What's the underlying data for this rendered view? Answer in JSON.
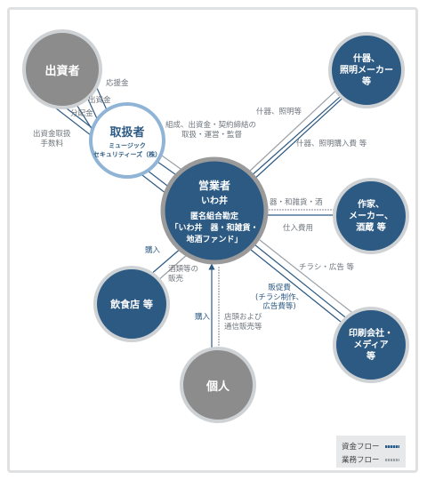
{
  "nodes": {
    "investor": "出資者",
    "handler": {
      "title": "取扱者",
      "sub1": "ミュージック",
      "sub2": "セキュリティーズ（株）"
    },
    "operator": {
      "title": "営業者",
      "name": "いわ井",
      "contract": "匿名組合勘定",
      "fund1": "「いわ井　器・和雑貨・",
      "fund2": "地酒ファンド」"
    },
    "fixtures": [
      "什器、",
      "照明メーカー",
      "等"
    ],
    "artists": [
      "作家、",
      "メーカー、",
      "酒蔵 等"
    ],
    "printing": [
      "印刷会社・",
      "メディア",
      "等"
    ],
    "restaurant": "飲食店 等",
    "individual": "個人"
  },
  "labels": {
    "support": "応援金",
    "investment": "出資金",
    "dividend": "分配金",
    "handling_fee": [
      "出資金取扱",
      "手数料"
    ],
    "formation": [
      "組成、出資金・契約締結の",
      "取扱・運営・監督"
    ],
    "fixtures_goods": "什器、照明等",
    "fixtures_cost": "什器、照明購入費 等",
    "goods": "器・和雑貨・酒",
    "purchase_cost": "仕入費用",
    "flyer": "チラシ・広告 等",
    "promo": [
      "販促費",
      "(チラシ制作、",
      "広告費等)"
    ],
    "restaurant_purchase": "購入",
    "sake_sales": [
      "酒類等の",
      "販売"
    ],
    "individual_purchase": "購入",
    "store_sales": [
      "店頭および",
      "通信販売等"
    ]
  },
  "legend": {
    "fund_flow": "資金フロー",
    "business_flow": "業務フロー"
  },
  "colors": {
    "fund": "#2d5a83",
    "business": "#b9bec3",
    "gray_node": "#8c8c8c",
    "blue_node": "#2d5a83"
  }
}
